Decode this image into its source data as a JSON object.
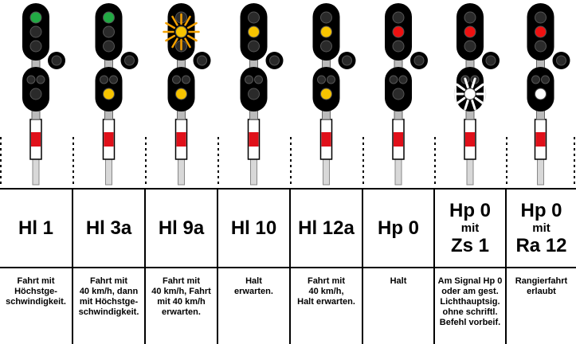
{
  "colors": {
    "green": "#22aa44",
    "yellow": "#f7c400",
    "red": "#ee1111",
    "white": "#ffffff",
    "flash_rays": "#f3a000",
    "signal_body": "#000000",
    "lamp_off": "#2a2a2a",
    "mast_red": "#e0101a"
  },
  "signals": [
    {
      "name": "Hl 1",
      "top_lamp": "green",
      "bottom_lamp": "off",
      "top_flashing": false,
      "aux_lamp": "off",
      "aux_flashing": false
    },
    {
      "name": "Hl 3a",
      "top_lamp": "green",
      "bottom_lamp": "yellow",
      "top_flashing": false,
      "aux_lamp": "off",
      "aux_flashing": false
    },
    {
      "name": "Hl 9a",
      "top_lamp": "yellow",
      "bottom_lamp": "yellow",
      "top_flashing": true,
      "aux_lamp": "off",
      "aux_flashing": false
    },
    {
      "name": "Hl 10",
      "top_lamp": "yellow",
      "bottom_lamp": "off",
      "top_flashing": false,
      "aux_lamp": "off",
      "aux_flashing": false
    },
    {
      "name": "Hl 12a",
      "top_lamp": "yellow",
      "bottom_lamp": "yellow",
      "top_flashing": false,
      "aux_lamp": "off",
      "aux_flashing": false
    },
    {
      "name": "Hp 0",
      "top_lamp": "red",
      "bottom_lamp": "off",
      "top_flashing": false,
      "aux_lamp": "off",
      "aux_flashing": false
    },
    {
      "name": "Hp 0 mit Zs 1",
      "top_lamp": "red",
      "bottom_lamp": "off",
      "top_flashing": false,
      "aux_lamp": "white",
      "aux_flashing": true
    },
    {
      "name": "Hp 0 mit Ra 12",
      "top_lamp": "red",
      "bottom_lamp": "off",
      "top_flashing": false,
      "aux_lamp": "white",
      "aux_flashing": false
    }
  ],
  "table": {
    "columns": [
      {
        "name_lines": [
          "Hl 1"
        ],
        "description": "Fahrt mit\nHöchstge-\nschwindigkeit."
      },
      {
        "name_lines": [
          "Hl 3a"
        ],
        "description": "Fahrt mit\n40 km/h, dann\nmit Höchstge-\nschwindigkeit."
      },
      {
        "name_lines": [
          "Hl 9a"
        ],
        "description": "Fahrt mit\n40 km/h, Fahrt\nmit 40 km/h\nerwarten."
      },
      {
        "name_lines": [
          "Hl 10"
        ],
        "description": "Halt\nerwarten."
      },
      {
        "name_lines": [
          "Hl 12a"
        ],
        "description": "Fahrt mit\n40 km/h,\nHalt erwarten."
      },
      {
        "name_lines": [
          "Hp 0"
        ],
        "description": "Halt"
      },
      {
        "name_lines": [
          "Hp 0",
          "mit",
          "Zs 1"
        ],
        "description": "Am Signal Hp 0\noder am gest.\nLichthauptsig.\nohne schriftl.\nBefehl  vorbeif."
      },
      {
        "name_lines": [
          "Hp 0",
          "mit",
          "Ra 12"
        ],
        "description": "Rangierfahrt\nerlaubt"
      }
    ]
  }
}
